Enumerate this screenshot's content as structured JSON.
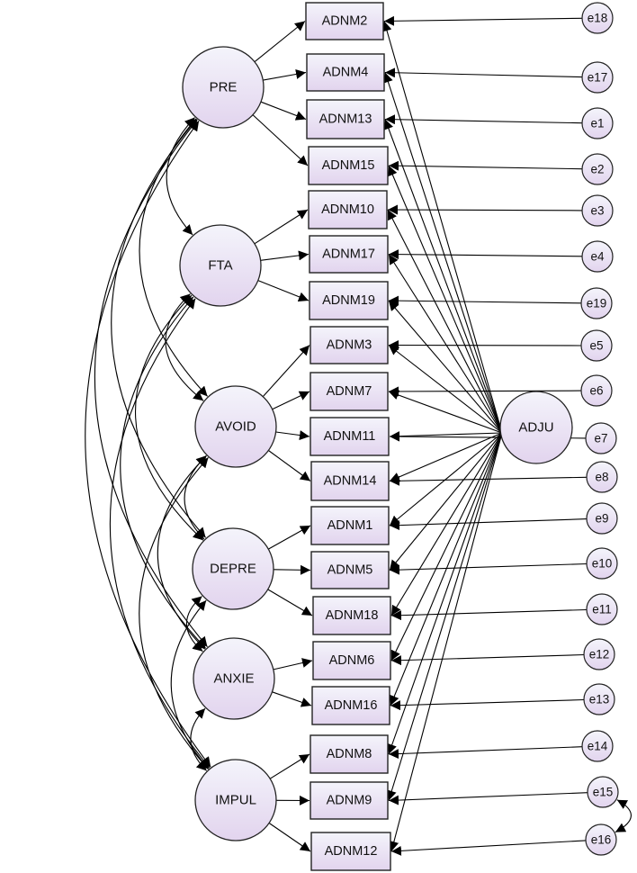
{
  "diagram": {
    "colors": {
      "fill_top": "#f4f4fb",
      "fill_bottom": "#e2d4ee",
      "stroke": "#222222",
      "edge": "#000000",
      "background": "#ffffff"
    },
    "latents": [
      {
        "id": "PRE",
        "label": "PRE"
      },
      {
        "id": "FTA",
        "label": "FTA"
      },
      {
        "id": "AVOID",
        "label": "AVOID"
      },
      {
        "id": "DEPRE",
        "label": "DEPRE"
      },
      {
        "id": "ANXIE",
        "label": "ANXIE"
      },
      {
        "id": "IMPUL",
        "label": "IMPUL"
      },
      {
        "id": "ADJU",
        "label": "ADJU"
      }
    ],
    "indicators": [
      {
        "id": "ADNM2",
        "label": "ADNM2",
        "factor": "PRE",
        "error": "e18"
      },
      {
        "id": "ADNM4",
        "label": "ADNM4",
        "factor": "PRE",
        "error": "e17"
      },
      {
        "id": "ADNM13",
        "label": "ADNM13",
        "factor": "PRE",
        "error": "e1"
      },
      {
        "id": "ADNM15",
        "label": "ADNM15",
        "factor": "PRE",
        "error": "e2"
      },
      {
        "id": "ADNM10",
        "label": "ADNM10",
        "factor": "FTA",
        "error": "e3"
      },
      {
        "id": "ADNM17",
        "label": "ADNM17",
        "factor": "FTA",
        "error": "e4"
      },
      {
        "id": "ADNM19",
        "label": "ADNM19",
        "factor": "FTA",
        "error": "e19"
      },
      {
        "id": "ADNM3",
        "label": "ADNM3",
        "factor": "AVOID",
        "error": "e5"
      },
      {
        "id": "ADNM7",
        "label": "ADNM7",
        "factor": "AVOID",
        "error": "e6"
      },
      {
        "id": "ADNM11",
        "label": "ADNM11",
        "factor": "AVOID",
        "error": "e7"
      },
      {
        "id": "ADNM14",
        "label": "ADNM14",
        "factor": "AVOID",
        "error": "e8"
      },
      {
        "id": "ADNM1",
        "label": "ADNM1",
        "factor": "DEPRE",
        "error": "e9"
      },
      {
        "id": "ADNM5",
        "label": "ADNM5",
        "factor": "DEPRE",
        "error": "e10"
      },
      {
        "id": "ADNM18",
        "label": "ADNM18",
        "factor": "DEPRE",
        "error": "e11"
      },
      {
        "id": "ADNM6",
        "label": "ADNM6",
        "factor": "ANXIE",
        "error": "e12"
      },
      {
        "id": "ADNM16",
        "label": "ADNM16",
        "factor": "ANXIE",
        "error": "e13"
      },
      {
        "id": "ADNM8",
        "label": "ADNM8",
        "factor": "IMPUL",
        "error": "e14"
      },
      {
        "id": "ADNM9",
        "label": "ADNM9",
        "factor": "IMPUL",
        "error": "e15"
      },
      {
        "id": "ADNM12",
        "label": "ADNM12",
        "factor": "IMPUL",
        "error": "e16"
      }
    ],
    "general_factor": "ADJU",
    "factor_covariances": [
      [
        "PRE",
        "FTA"
      ],
      [
        "PRE",
        "AVOID"
      ],
      [
        "PRE",
        "DEPRE"
      ],
      [
        "PRE",
        "ANXIE"
      ],
      [
        "PRE",
        "IMPUL"
      ],
      [
        "FTA",
        "AVOID"
      ],
      [
        "FTA",
        "DEPRE"
      ],
      [
        "FTA",
        "ANXIE"
      ],
      [
        "FTA",
        "IMPUL"
      ],
      [
        "AVOID",
        "DEPRE"
      ],
      [
        "AVOID",
        "ANXIE"
      ],
      [
        "AVOID",
        "IMPUL"
      ],
      [
        "DEPRE",
        "ANXIE"
      ],
      [
        "DEPRE",
        "IMPUL"
      ],
      [
        "ANXIE",
        "IMPUL"
      ]
    ],
    "error_covariances": [
      [
        "e15",
        "e16"
      ]
    ]
  }
}
